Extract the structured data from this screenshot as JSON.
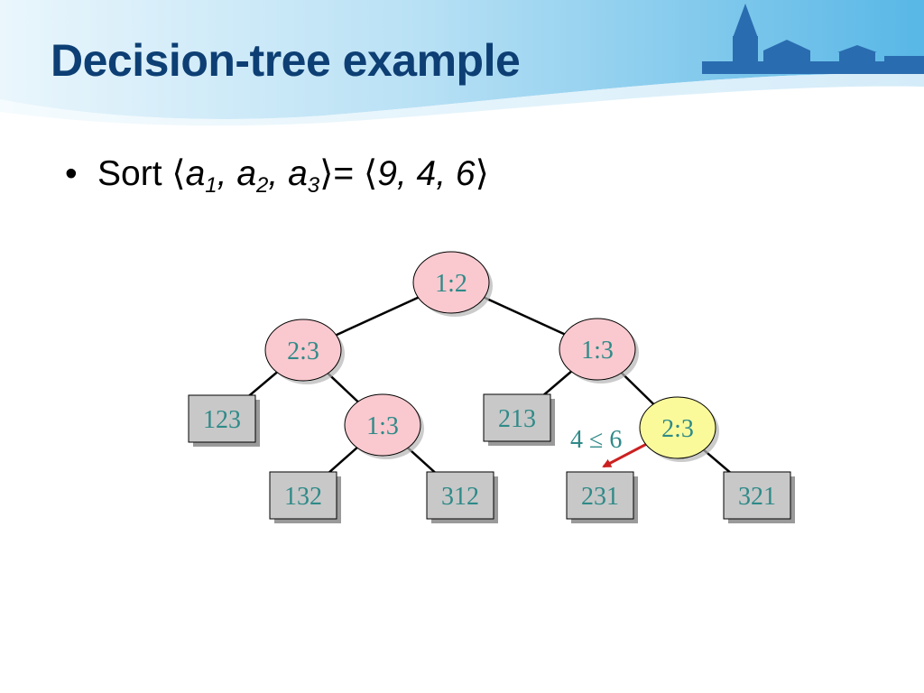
{
  "slide": {
    "title": "Decision-tree example",
    "bullet": {
      "marker": "•",
      "sort_word": "Sort",
      "open_bracket": "⟨",
      "close_bracket": "⟩",
      "var": "a",
      "sub1": "1",
      "sub2": "2",
      "sub3": "3",
      "comma": ", ",
      "equals": "=",
      "values": "9, 4, 6"
    }
  },
  "colors": {
    "title": "#0d3f74",
    "internal_node_fill": "#f9c9cf",
    "highlight_node_fill": "#fafa9b",
    "leaf_fill": "#c8c8c8",
    "node_text": "#2f8a88",
    "highlight_edge": "#cc2020"
  },
  "tree": {
    "nodes": [
      {
        "id": "root",
        "label": "1:2",
        "type": "internal"
      },
      {
        "id": "left",
        "label": "2:3",
        "type": "internal"
      },
      {
        "id": "right",
        "label": "1:3",
        "type": "internal"
      },
      {
        "id": "left_right",
        "label": "1:3",
        "type": "internal"
      },
      {
        "id": "right_right",
        "label": "2:3",
        "type": "internal",
        "highlight": true
      }
    ],
    "leaves": [
      {
        "id": "leaf_123",
        "label": "123"
      },
      {
        "id": "leaf_132",
        "label": "132"
      },
      {
        "id": "leaf_312",
        "label": "312"
      },
      {
        "id": "leaf_213",
        "label": "213"
      },
      {
        "id": "leaf_231",
        "label": "231"
      },
      {
        "id": "leaf_321",
        "label": "321"
      }
    ],
    "edges": [
      {
        "from": "root",
        "to": "left"
      },
      {
        "from": "root",
        "to": "right"
      },
      {
        "from": "left",
        "to": "leaf_123"
      },
      {
        "from": "left",
        "to": "left_right"
      },
      {
        "from": "left_right",
        "to": "leaf_132"
      },
      {
        "from": "left_right",
        "to": "leaf_312"
      },
      {
        "from": "right",
        "to": "leaf_213"
      },
      {
        "from": "right",
        "to": "right_right"
      },
      {
        "from": "right_right",
        "to": "leaf_231",
        "highlight": true,
        "label": "4 ≤ 6"
      },
      {
        "from": "right_right",
        "to": "leaf_321"
      }
    ]
  }
}
